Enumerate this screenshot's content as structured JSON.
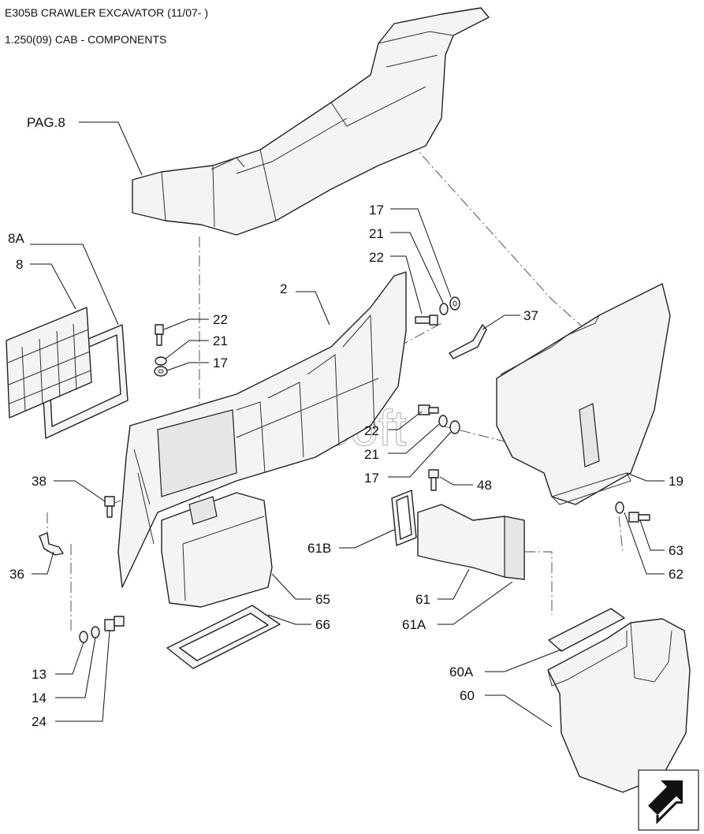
{
  "header": {
    "title": "E305B CRAWLER EXCAVATOR (11/07- )",
    "subtitle": "1.250(09) CAB - COMPONENTS"
  },
  "watermark": "AutoSoft",
  "callouts": {
    "pag8": "PAG.8",
    "c8A": "8A",
    "c8": "8",
    "c2": "2",
    "c17a": "17",
    "c21a": "21",
    "c22a": "22",
    "c37": "37",
    "c22b": "22",
    "c21b": "21",
    "c17b": "17",
    "c22c": "22",
    "c21c": "21",
    "c17c": "17",
    "c38": "38",
    "c48": "48",
    "c19": "19",
    "c61B": "61B",
    "c63": "63",
    "c62": "62",
    "c36": "36",
    "c65": "65",
    "c61": "61",
    "c66": "66",
    "c61A": "61A",
    "c13": "13",
    "c14": "14",
    "c24": "24",
    "c60A": "60A",
    "c60": "60"
  },
  "icons": {
    "nav": "next-page-arrow-icon"
  },
  "colors": {
    "line": "#222222",
    "fill": "#f4f4f4",
    "background": "#ffffff"
  }
}
